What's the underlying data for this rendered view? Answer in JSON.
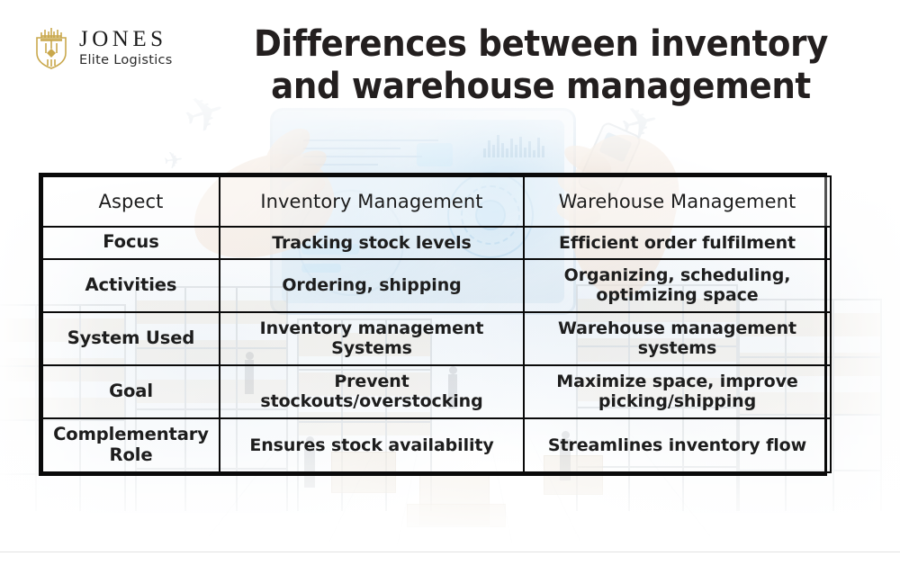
{
  "brand": {
    "name": "JONES",
    "tagline": "Elite Logistics",
    "mark_icon": "shield-crown-logo-icon",
    "mark_color": "#c9a84c"
  },
  "header": {
    "title": "Differences between inventory and warehouse management",
    "title_line_1": "Differences between inventory",
    "title_line_2": "and warehouse management",
    "title_color": "#231f1f"
  },
  "table": {
    "columns": [
      "Aspect",
      "Inventory Management",
      "Warehouse Management"
    ],
    "border_color": "#0a0a0a",
    "rows": [
      {
        "aspect": "Focus",
        "inventory": "Tracking stock levels",
        "warehouse": "Efficient order fulfilment"
      },
      {
        "aspect": "Activities",
        "inventory": "Ordering, shipping",
        "warehouse": "Organizing, scheduling, optimizing space"
      },
      {
        "aspect": "System Used",
        "inventory": "Inventory management Systems",
        "warehouse": "Warehouse management systems"
      },
      {
        "aspect": "Goal",
        "inventory": "Prevent stockouts/overstocking",
        "warehouse": "Maximize space, improve picking/shipping"
      },
      {
        "aspect": "Complementary Role",
        "inventory": "Ensures stock availability",
        "warehouse": "Streamlines inventory flow"
      }
    ]
  },
  "background": {
    "elements": [
      "airplane-icon",
      "airplane-icon",
      "airplane-icon",
      "warehouse-rack-image",
      "tech-dashboard-panel-image",
      "hand-with-tablet-image",
      "hand-with-barcode-scanner-image",
      "pallet-boxes-image",
      "worker-silhouette-image"
    ],
    "canvas_color": "#ffffff",
    "haze_color": "#c4d6e6"
  }
}
